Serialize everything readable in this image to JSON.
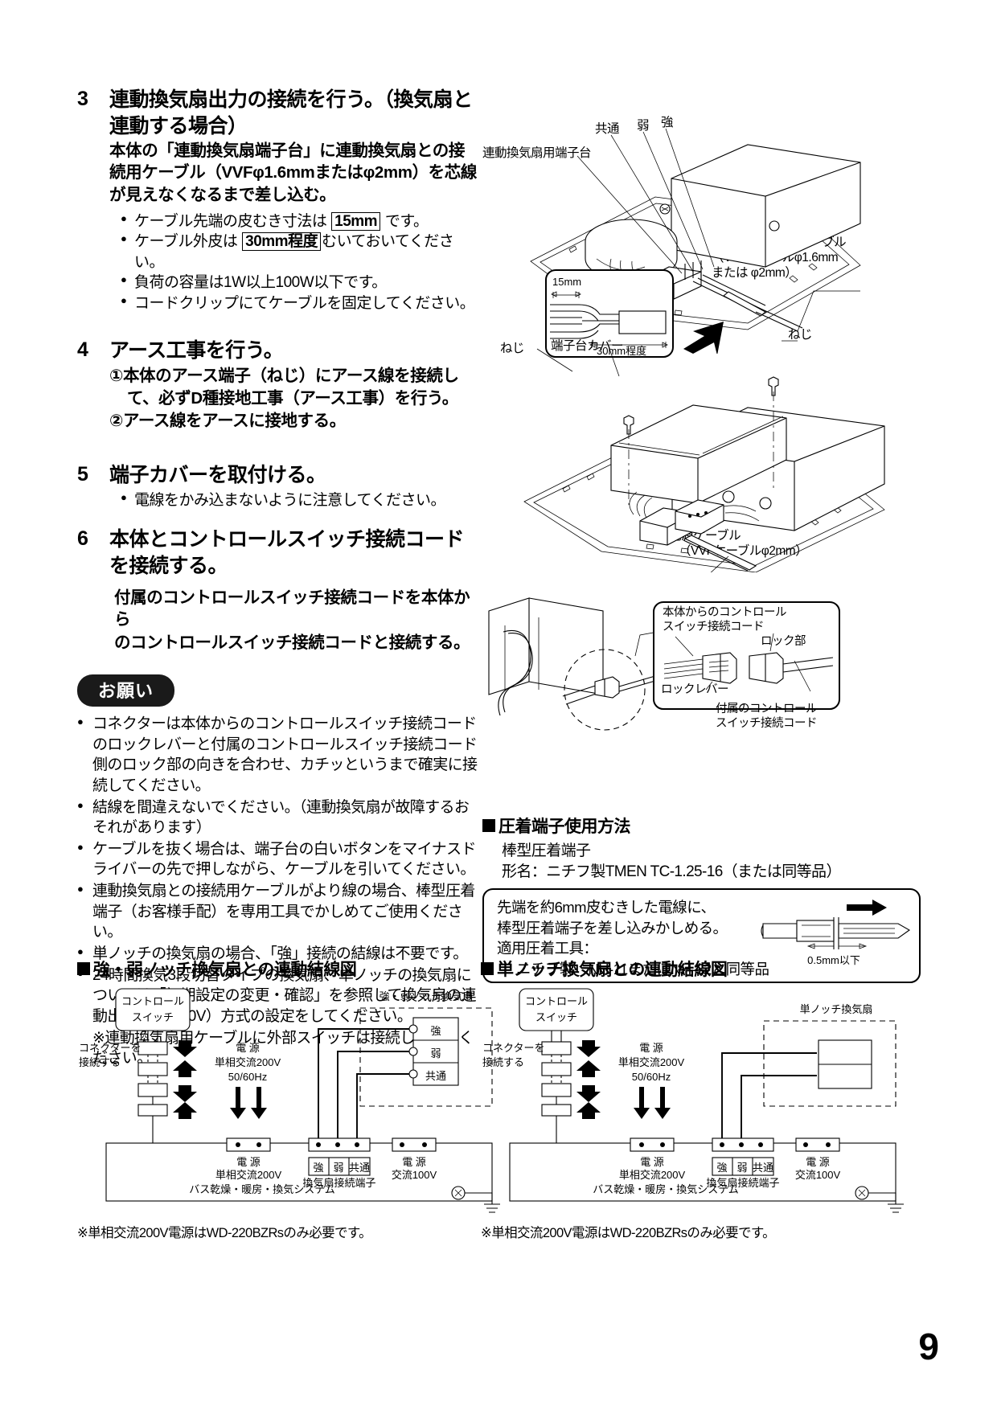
{
  "page_number": "9",
  "steps": [
    {
      "num": "3",
      "title": "連動換気扇出力の接続を行う。（換気扇と連動する場合）",
      "sub": "本体の「連動換気扇端子台」に連動換気扇との接続用ケーブル（VVFφ1.6mmまたはφ2mm）を芯線が見えなくなるまで差し込む。",
      "bullets": [
        {
          "pre": "ケーブル先端の皮むき寸法は ",
          "box": "15mm",
          "post": " です。"
        },
        {
          "pre": "ケーブル外皮は ",
          "box": "30mm程度",
          "post": "むいておいてください。"
        },
        {
          "pre": "負荷の容量は1W以上100W以下です。",
          "box": "",
          "post": ""
        },
        {
          "pre": "コードクリップにてケーブルを固定してください。",
          "box": "",
          "post": ""
        }
      ]
    },
    {
      "num": "4",
      "title": "アース工事を行う。",
      "sub_lines": [
        "①本体のアース端子（ねじ）にアース線を接続し",
        "て、必ずD種接地工事（アース工事）を行う。",
        "②アース線をアースに接地する。"
      ]
    },
    {
      "num": "5",
      "title": "端子カバーを取付ける。",
      "bullets": [
        {
          "pre": "電線をかみ込まないように注意してください。",
          "box": "",
          "post": ""
        }
      ]
    },
    {
      "num": "6",
      "title": "本体とコントロールスイッチ接続コードを接続する。",
      "sub_lines": [
        "付属のコントロールスイッチ接続コードを本体から",
        "のコントロールスイッチ接続コードと接続する。"
      ]
    }
  ],
  "onegai": {
    "badge": "お願い",
    "items": [
      "コネクターは本体からのコントロールスイッチ接続コードのロックレバーと付属のコントロールスイッチ接続コード側のロック部の向きを合わせ、カチッというまで確実に接続してください。",
      "結線を間違えないでください。（連動換気扇が故障するおそれがあります）",
      "ケーブルを抜く場合は、端子台の白いボタンをマイナスドライバーの先で押しながら、ケーブルを引いてください。",
      "連動換気扇との接続用ケーブルがより線の場合、棒型圧着端子（お客様手配）を専用工具でかしめてご使用ください。",
      "単ノッチの換気扇の場合、「強」接続の結線は不要です。",
      "24時間換気3段切替タイプの換気扇、単ノッチの換気扇については「初期設定の変更・確認」を参照して換気扇の連動出力（AC100V）方式の設定をしてください。"
    ],
    "note": "※連動換気扇用ケーブルに外部スイッチは接続しないでください。"
  },
  "diagram_top": {
    "terminal_block_label": "連動換気扇用端子台",
    "terminal_names": [
      "共通",
      "弱",
      "強"
    ],
    "cable_label_lines": [
      "連動換気扇接続用ケーブル",
      "（VVFケーブルφ1.6mm",
      "または φ2mm）"
    ],
    "callout_strip_len": "15mm",
    "callout_sheath_len": "30mm程度"
  },
  "diagram_mid": {
    "screw_left": "ねじ",
    "screw_right": "ねじ",
    "cover_label": "端子台カバー",
    "power_cable_lines": [
      "電源ケーブル",
      "（VVFケーブルφ2mm）"
    ]
  },
  "diagram_lock": {
    "body_cord_lines": [
      "本体からのコントロール",
      "スイッチ接続コード"
    ],
    "lock_part": "ロック部",
    "lock_lever": "ロックレバー",
    "supplied_cord_lines": [
      "付属のコントロール",
      "スイッチ接続コード"
    ]
  },
  "crimp": {
    "heading": "圧着端子使用方法",
    "line1": "棒型圧着端子",
    "line2": "形名：ニチフ製TMEN TC-1.25-16（または同等品）",
    "box_line1": "先端を約6mm皮むきした電線に、",
    "box_line2": "棒型圧着端子を差し込みかしめる。",
    "box_line3": "適用圧着工具：",
    "box_line4": "ニチフ製　NH-11またはNH-32と同等品",
    "dim_label": "0.5mm以下"
  },
  "wiring_left": {
    "heading": "強・弱ノッチ換気扇との連動結線図",
    "control_switch_lines": [
      "コントロール",
      "スイッチ"
    ],
    "connector_lines": [
      "コネクターを",
      "接続する"
    ],
    "power_lines": [
      "電 源",
      "単相交流200V",
      "50/60Hz"
    ],
    "fan_box_label": "強・弱ノッチ換気扇",
    "fan_terminals": [
      "強",
      "弱",
      "共通"
    ],
    "unit_power_lines": [
      "電 源",
      "単相交流200V"
    ],
    "fan_terminal_row": [
      "強",
      "弱",
      "共通"
    ],
    "fan_terminal_caption": "換気扇接続端子",
    "fan_power_lines": [
      "電 源",
      "交流100V"
    ],
    "unit_label": "バス乾燥・暖房・換気システム",
    "note": "※単相交流200V電源はWD-220BZRsのみ必要です。"
  },
  "wiring_right": {
    "heading": "単ノッチ換気扇との連動結線図",
    "control_switch_lines": [
      "コントロール",
      "スイッチ"
    ],
    "connector_lines": [
      "コネクターを",
      "接続する"
    ],
    "power_lines": [
      "電 源",
      "単相交流200V",
      "50/60Hz"
    ],
    "fan_box_label": "単ノッチ換気扇",
    "unit_power_lines": [
      "電 源",
      "単相交流200V"
    ],
    "fan_terminal_row": [
      "強",
      "弱",
      "共通"
    ],
    "fan_terminal_caption": "換気扇接続端子",
    "fan_power_lines": [
      "電 源",
      "交流100V"
    ],
    "unit_label": "バス乾燥・暖房・換気システム",
    "note": "※単相交流200V電源はWD-220BZRsのみ必要です。"
  }
}
